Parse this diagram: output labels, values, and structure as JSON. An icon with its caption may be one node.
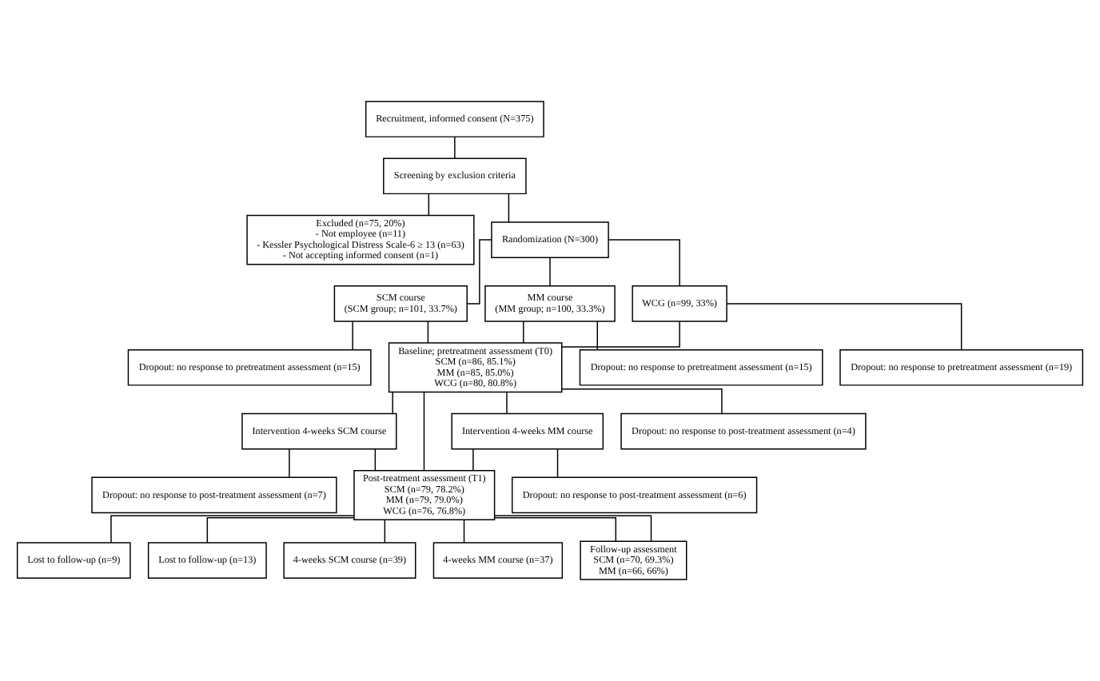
{
  "diagram": {
    "nodes": [
      {
        "text": [
          "Recruitment, informed consent (N=375)"
        ]
      },
      {
        "text": [
          "Screening by exclusion criteria"
        ]
      },
      {
        "text": [
          "Excluded (n=75, 20%)",
          "- Not employee (n=11)",
          "- Kessler Psychological Distress Scale-6 ≥ 13 (n=63)",
          "- Not accepting informed consent (n=1)"
        ]
      },
      {
        "text": [
          "Randomization (N=300)"
        ]
      },
      {
        "text": [
          "SCM course",
          "(SCM group; n=101, 33.7%)"
        ]
      },
      {
        "text": [
          "MM course",
          "(MM group; n=100, 33.3%)"
        ]
      },
      {
        "text": [
          "WCG (n=99, 33%)"
        ]
      },
      {
        "text": [
          "Dropout: no response to pretreatment assessment (n=15)"
        ]
      },
      {
        "text": [
          "Dropout: no response to pretreatment assessment (n=15)"
        ]
      },
      {
        "text": [
          "Dropout: no response to pretreatment assessment (n=19)"
        ]
      },
      {
        "text": [
          "Baseline; pretreatment assessment (T0)",
          "SCM (n=86, 85.1%)",
          "MM (n=85, 85.0%)",
          "WCG (n=80, 80.8%)"
        ]
      },
      {
        "text": [
          "Intervention 4-weeks SCM course"
        ]
      },
      {
        "text": [
          "Intervention 4-weeks MM course"
        ]
      },
      {
        "text": [
          "Dropout: no response to post-treatment assessment (n=7)"
        ]
      },
      {
        "text": [
          "Dropout: no response to post-treatment assessment (n=6)"
        ]
      },
      {
        "text": [
          "Dropout: no response to post-treatment assessment (n=4)"
        ]
      },
      {
        "text": [
          "Post-treatment assessment (T1)",
          "SCM (n=79, 78.2%)",
          "MM (n=79, 79.0%)",
          "WCG (n=76, 76.8%)"
        ]
      },
      {
        "text": [
          "Lost to follow-up (n=9)"
        ]
      },
      {
        "text": [
          "Lost to follow-up (n=13)"
        ]
      },
      {
        "text": [
          "4-weeks SCM course (n=39)"
        ]
      },
      {
        "text": [
          "4-weeks MM course (n=37)"
        ]
      },
      {
        "text": [
          "Follow-up assessment",
          "SCM (n=70, 69.3%)",
          "MM (n=66, 66%)"
        ]
      }
    ],
    "edges": [
      {
        "from": 0,
        "to": 1,
        "arrow": "none"
      },
      {
        "from": 1,
        "to": 2,
        "arrow": "none"
      },
      {
        "from": 1,
        "to": 3,
        "arrow": "none"
      },
      {
        "from": 3,
        "to": 4,
        "arrow": "none"
      },
      {
        "from": 3,
        "to": 5,
        "arrow": "none"
      },
      {
        "from": 3,
        "to": 6,
        "arrow": "none"
      },
      {
        "from": 4,
        "to": 7,
        "arrow": "none"
      },
      {
        "from": 4,
        "to": 10,
        "arrow": "none"
      },
      {
        "from": 5,
        "to": 8,
        "arrow": "none"
      },
      {
        "from": 5,
        "to": 10,
        "arrow": "none"
      },
      {
        "from": 6,
        "to": 9,
        "arrow": "none"
      },
      {
        "from": 6,
        "to": 10,
        "arrow": "none"
      },
      {
        "from": 10,
        "to": 11,
        "arrow": "none"
      },
      {
        "from": 10,
        "to": 12,
        "arrow": "none"
      },
      {
        "from": 10,
        "to": 15,
        "arrow": "none"
      },
      {
        "from": 10,
        "to": 16,
        "arrow": "none"
      },
      {
        "from": 11,
        "to": 13,
        "arrow": "none"
      },
      {
        "from": 11,
        "to": 16,
        "arrow": "none"
      },
      {
        "from": 12,
        "to": 14,
        "arrow": "none"
      },
      {
        "from": 12,
        "to": 16,
        "arrow": "none"
      },
      {
        "from": 16,
        "to": 17,
        "arrow": "none"
      },
      {
        "from": 16,
        "to": 21,
        "arrow": "none"
      },
      {
        "from": 16,
        "to": 18,
        "arrow": "none"
      },
      {
        "from": 16,
        "to": 21,
        "arrow": "none"
      },
      {
        "from": 16,
        "to": 19,
        "arrow": "none"
      },
      {
        "from": 16,
        "to": 20,
        "arrow": "none"
      }
    ]
  }
}
